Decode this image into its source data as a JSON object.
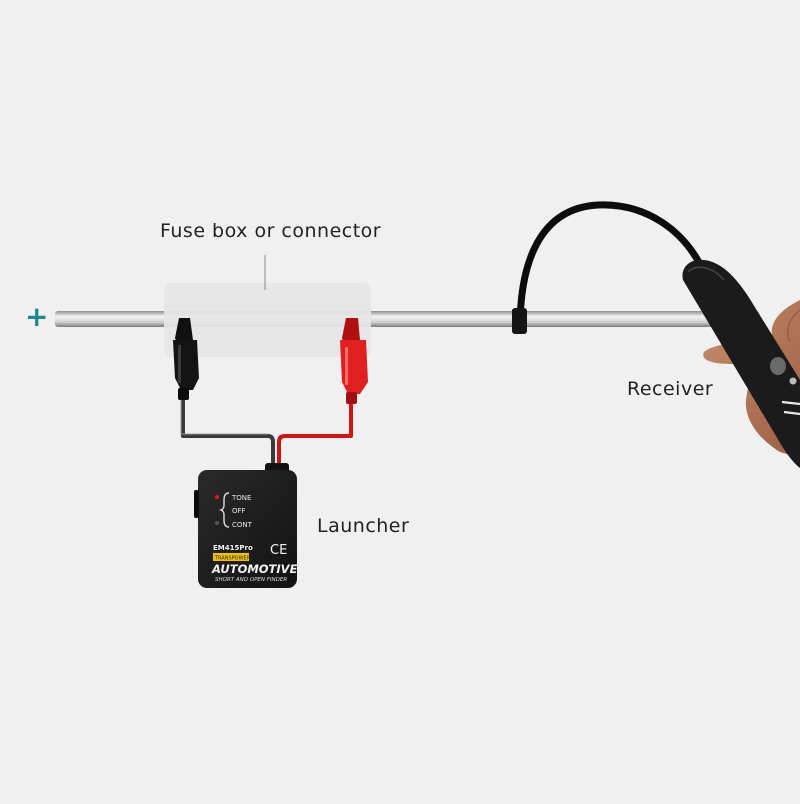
{
  "labels": {
    "fuse_box": "Fuse box or connector",
    "receiver": "Receiver",
    "launcher": "Launcher",
    "plus_sign": "+"
  },
  "device": {
    "switch_tone": "TONE",
    "switch_off": "OFF",
    "switch_cont": "CONT",
    "model": "EM415Pro",
    "badge": "TRANSPOWER",
    "ce_mark": "CE",
    "brand": "AUTOMOTIVE",
    "subtitle": "SHORT AND OPEN FINDER"
  },
  "colors": {
    "plus_sign": "#1a8a8a",
    "red_wire": "#d01515",
    "black_wire": "#3a3a3a",
    "device_body": "#1c1c1c"
  },
  "icons": [
    "black-alligator-clip-icon",
    "red-alligator-clip-icon",
    "hand-icon"
  ]
}
